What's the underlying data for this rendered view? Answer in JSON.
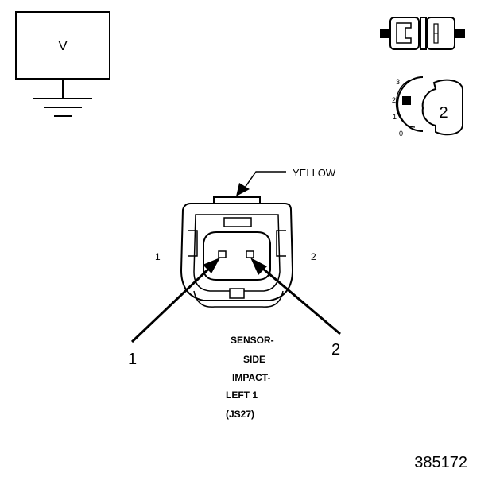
{
  "meter": {
    "label": "V"
  },
  "connector": {
    "color_label": "YELLOW",
    "pin_label_1": "1",
    "pin_label_2": "2"
  },
  "callouts": {
    "left": "1",
    "right": "2"
  },
  "selector_icon": {
    "scale_3": "3",
    "scale_2": "2",
    "scale_1": "1",
    "scale_0": "0",
    "position": "2"
  },
  "caption": {
    "line1": "SENSOR-",
    "line2": "SIDE",
    "line3": "IMPACT-",
    "line4": "LEFT 1",
    "line5": "(JS27)"
  },
  "figure_number": "385172",
  "colors": {
    "ink": "#000000",
    "background": "#ffffff"
  }
}
